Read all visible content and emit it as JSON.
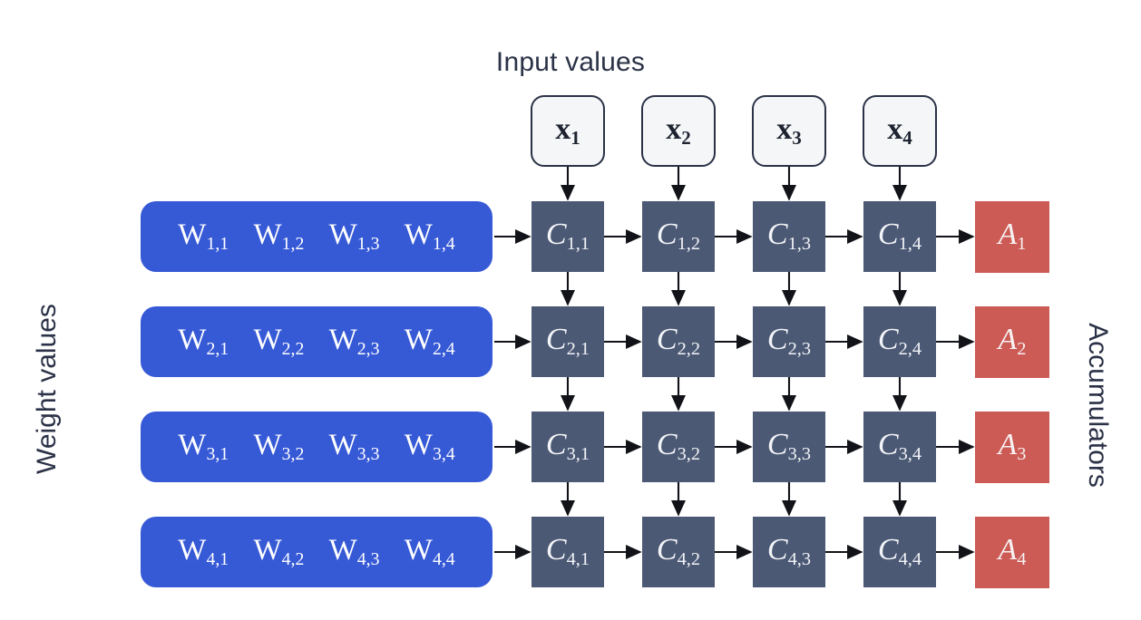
{
  "diagram": {
    "title_top": "Input values",
    "label_left": "Weight values",
    "label_right": "Accumulators",
    "colors": {
      "background": "#ffffff",
      "weight_bar": "#3659d6",
      "cell": "#4c5975",
      "accumulator": "#cc5a55",
      "input_box_fill": "#f5f6f8",
      "input_box_border": "#2b3247",
      "text_dark": "#2b3247",
      "arrow": "#111318"
    },
    "grid": {
      "rows": 4,
      "cols": 4
    }
  },
  "inputs": [
    {
      "base": "x",
      "sub": "1",
      "name": "input-x1"
    },
    {
      "base": "x",
      "sub": "2",
      "name": "input-x2"
    },
    {
      "base": "x",
      "sub": "3",
      "name": "input-x3"
    },
    {
      "base": "x",
      "sub": "4",
      "name": "input-x4"
    }
  ],
  "weight_rows": [
    {
      "row": 1,
      "weights": [
        {
          "base": "W",
          "sub": "1,1"
        },
        {
          "base": "W",
          "sub": "1,2"
        },
        {
          "base": "W",
          "sub": "1,3"
        },
        {
          "base": "W",
          "sub": "1,4"
        }
      ]
    },
    {
      "row": 2,
      "weights": [
        {
          "base": "W",
          "sub": "2,1"
        },
        {
          "base": "W",
          "sub": "2,2"
        },
        {
          "base": "W",
          "sub": "2,3"
        },
        {
          "base": "W",
          "sub": "2,4"
        }
      ]
    },
    {
      "row": 3,
      "weights": [
        {
          "base": "W",
          "sub": "3,1"
        },
        {
          "base": "W",
          "sub": "3,2"
        },
        {
          "base": "W",
          "sub": "3,3"
        },
        {
          "base": "W",
          "sub": "3,4"
        }
      ]
    },
    {
      "row": 4,
      "weights": [
        {
          "base": "W",
          "sub": "4,1"
        },
        {
          "base": "W",
          "sub": "4,2"
        },
        {
          "base": "W",
          "sub": "4,3"
        },
        {
          "base": "W",
          "sub": "4,4"
        }
      ]
    }
  ],
  "cells": [
    [
      {
        "base": "C",
        "sub": "1,1"
      },
      {
        "base": "C",
        "sub": "1,2"
      },
      {
        "base": "C",
        "sub": "1,3"
      },
      {
        "base": "C",
        "sub": "1,4"
      }
    ],
    [
      {
        "base": "C",
        "sub": "2,1"
      },
      {
        "base": "C",
        "sub": "2,2"
      },
      {
        "base": "C",
        "sub": "2,3"
      },
      {
        "base": "C",
        "sub": "2,4"
      }
    ],
    [
      {
        "base": "C",
        "sub": "3,1"
      },
      {
        "base": "C",
        "sub": "3,2"
      },
      {
        "base": "C",
        "sub": "3,3"
      },
      {
        "base": "C",
        "sub": "3,4"
      }
    ],
    [
      {
        "base": "C",
        "sub": "4,1"
      },
      {
        "base": "C",
        "sub": "4,2"
      },
      {
        "base": "C",
        "sub": "4,3"
      },
      {
        "base": "C",
        "sub": "4,4"
      }
    ]
  ],
  "accumulators": [
    {
      "base": "A",
      "sub": "1"
    },
    {
      "base": "A",
      "sub": "2"
    },
    {
      "base": "A",
      "sub": "3"
    },
    {
      "base": "A",
      "sub": "4"
    }
  ]
}
